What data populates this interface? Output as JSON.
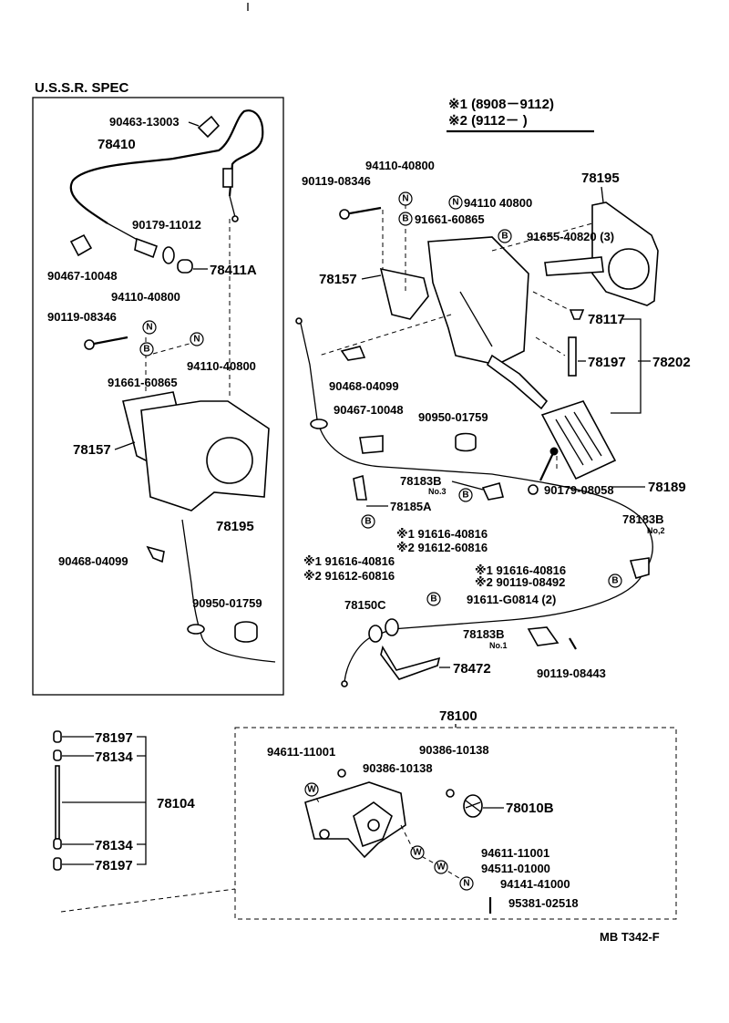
{
  "header": {
    "spec_title": "U.S.S.R.  SPEC",
    "legend_1": "※1 (8908－9112)",
    "legend_2": "※2 (9112－        )"
  },
  "footer": {
    "code": "MB T342-F"
  },
  "badge_letters": {
    "nut": "N",
    "bolt": "B",
    "washer": "W"
  },
  "callouts": {
    "c90463": "90463-13003",
    "c78410": "78410",
    "c90179a": "90179-11012",
    "c78411A": "78411A",
    "c90467a": "90467-10048",
    "c94110a": "94110-40800",
    "c90119a": "90119-08346",
    "c94110b": "94110-40800",
    "c91661a": "91661-60865",
    "c78157a": "78157",
    "c78195a": "78195",
    "c90468a": "90468-04099",
    "c90950a": "90950-01759",
    "c94110c": "94110-40800",
    "c90119b": "90119-08346",
    "c94110d": "94110 40800",
    "c91661b": "91661-60865",
    "c91655": "91655-40820 (3)",
    "c78195b": "78195",
    "c78157b": "78157",
    "c78117": "78117",
    "c78197a": "78197",
    "c78202": "78202",
    "c90468b": "90468-04099",
    "c90467b": "90467-10048",
    "c90950b": "90950-01759",
    "c78183B3": "78183B",
    "c78183B3no": "No.3",
    "c78185A": "78185A",
    "c78189": "78189",
    "c90179b": "90179-08058",
    "c91616a": "※1 91616-40816",
    "c91612a": "※2 91612-60816",
    "c78183B2": "78183B",
    "c78183B2no": "No,2",
    "c91616b": "※1 91616-40816",
    "c91612b": "※2 91612-60816",
    "c91616c": "※1 91616-40816",
    "c90119c": "※2 90119-08492",
    "c78150C": "78150C",
    "c91611": "91611-G0814 (2)",
    "c78183B1": "78183B",
    "c78183B1no": "No.1",
    "c78472": "78472",
    "c90119d": "90119-08443",
    "c78100": "78100",
    "c78197b": "78197",
    "c78134a": "78134",
    "c78104": "78104",
    "c78134b": "78134",
    "c78197c": "78197",
    "c94611a": "94611-11001",
    "c90386a": "90386-10138",
    "c90386b": "90386-10138",
    "c78010B": "78010B",
    "c94611b": "94611-11001",
    "c94511": "94511-01000",
    "c94141": "94141-41000",
    "c95381": "95381-02518"
  }
}
